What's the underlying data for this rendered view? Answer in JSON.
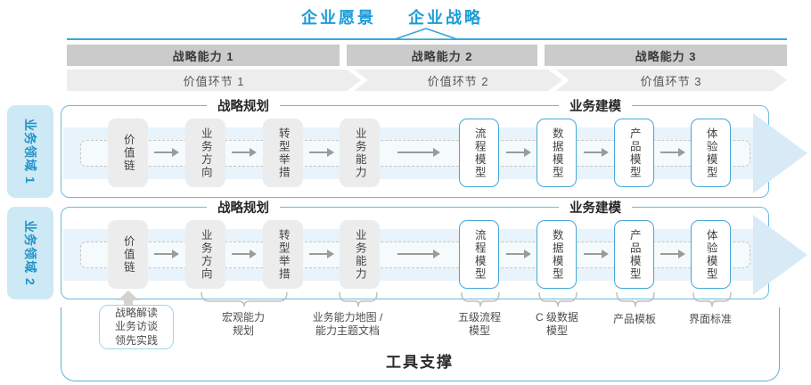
{
  "header": {
    "vision": "企业愿景",
    "strategy": "企业战略"
  },
  "strategic_capabilities": [
    "战略能力 1",
    "战略能力 2",
    "战略能力 3"
  ],
  "value_links": [
    "价值环节 1",
    "价值环节 2",
    "价值环节 3"
  ],
  "business_domains": [
    "业务领域 1",
    "业务领域 2"
  ],
  "section_headers": {
    "planning": "战略规划",
    "modeling": "业务建模"
  },
  "flow_boxes": [
    {
      "label": "价值链",
      "type": "gray"
    },
    {
      "label": "业务方向",
      "type": "gray"
    },
    {
      "label": "转型举措",
      "type": "gray"
    },
    {
      "label": "业务能力",
      "type": "gray"
    },
    {
      "label": "流程模型",
      "type": "blue"
    },
    {
      "label": "数据模型",
      "type": "blue"
    },
    {
      "label": "产品模型",
      "type": "blue"
    },
    {
      "label": "体验模型",
      "type": "blue"
    }
  ],
  "annotations": {
    "practice_box": [
      "战略解读",
      "业务访谈",
      "领先实践"
    ],
    "macro_capability": [
      "宏观能力",
      "规划"
    ],
    "capability_map": [
      "业务能力地图 /",
      "能力主题文档"
    ],
    "process_model": [
      "五级流程",
      "模型"
    ],
    "data_model": [
      "C 级数据",
      "模型"
    ],
    "product_template": "产品模板",
    "ui_standard": "界面标准"
  },
  "footer": {
    "tool_support": "工具支撑"
  },
  "colors": {
    "accent_blue": "#1b9cd8",
    "panel_border": "#66bce1",
    "band_dark_gray": "#cbcbcb",
    "band_light_gray": "#ededed",
    "box_gray": "#ececec",
    "box_blue_border": "#45a7d8",
    "arrow_band_fill": "#e8f3fb",
    "arrow_head_fill": "#d9eaf7",
    "domain_fill": "#cde9f6"
  }
}
